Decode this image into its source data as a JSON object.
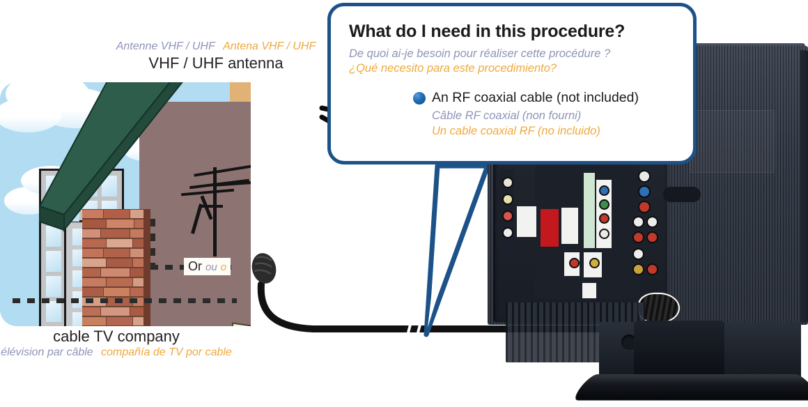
{
  "document": {
    "type": "tv-antenna-cable-connection-diagram",
    "languages": [
      "English",
      "French",
      "Spanish"
    ]
  },
  "colors": {
    "callout_border": "#1c5288",
    "bullet": "#1f6cb5",
    "english_text": "#231f20",
    "french_text": "#8f94b8",
    "spanish_text": "#efa93d",
    "sky": "#b2dcf2",
    "roof": "#2f5d4b",
    "brick": "#b5644d",
    "wall_tan": "#e0b276",
    "wall_brown": "#8d7472",
    "tv_body": "#2d3440"
  },
  "callout": {
    "title_en": "What do I need in this procedure?",
    "title_fr": "De quoi ai-je besoin pour réaliser cette procédure ?",
    "title_es": "¿Qué necesito para este procedimiento?",
    "item": {
      "en": "An RF coaxial cable (not included)",
      "fr": "Câble RF coaxial (non fourni)",
      "es": "Un cable coaxial RF (no incluido)"
    }
  },
  "labels": {
    "antenna": {
      "en": "VHF / UHF antenna",
      "fr": "Antenne VHF / UHF",
      "es": "Antena VHF / UHF"
    },
    "cable_company": {
      "en": "cable TV company",
      "fr": "élévision par câble",
      "es": "compañía de TV por cable"
    },
    "or": {
      "en": "Or",
      "fr": "ou",
      "es": "o"
    }
  }
}
